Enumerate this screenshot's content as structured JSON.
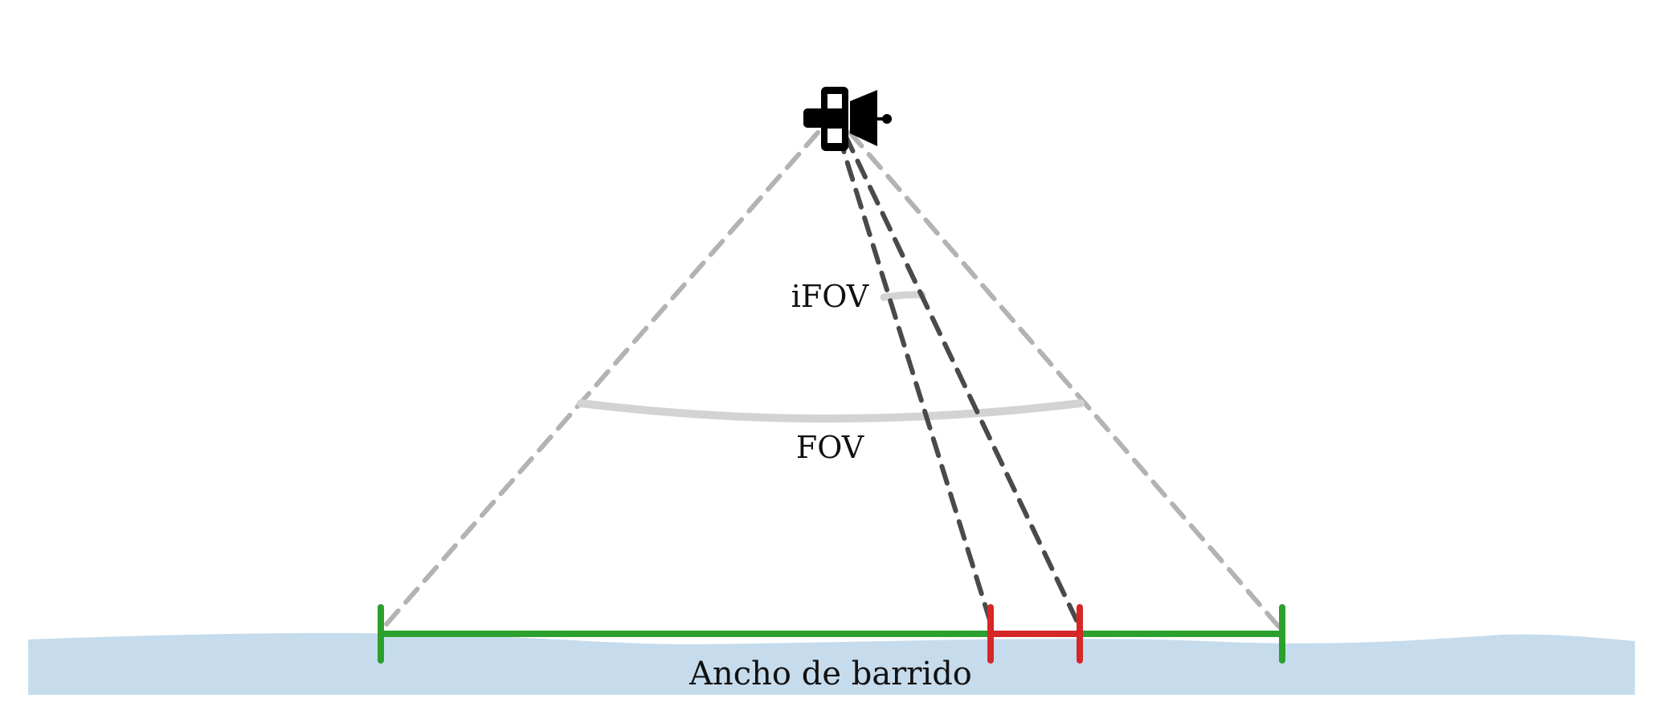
{
  "labels": {
    "ifov": "iFOV",
    "fov": "FOV",
    "swath": "Ancho de barrido"
  },
  "icons": {
    "platform": "satellite-icon"
  },
  "colors": {
    "ground": "#c6dcec",
    "swath": "#2ca02c",
    "pixel": "#d62728",
    "fov_rays": "#b3b3b3",
    "ifov_rays": "#4a4a4a",
    "arcs": "#d3d3d3",
    "satellite": "#000000"
  }
}
